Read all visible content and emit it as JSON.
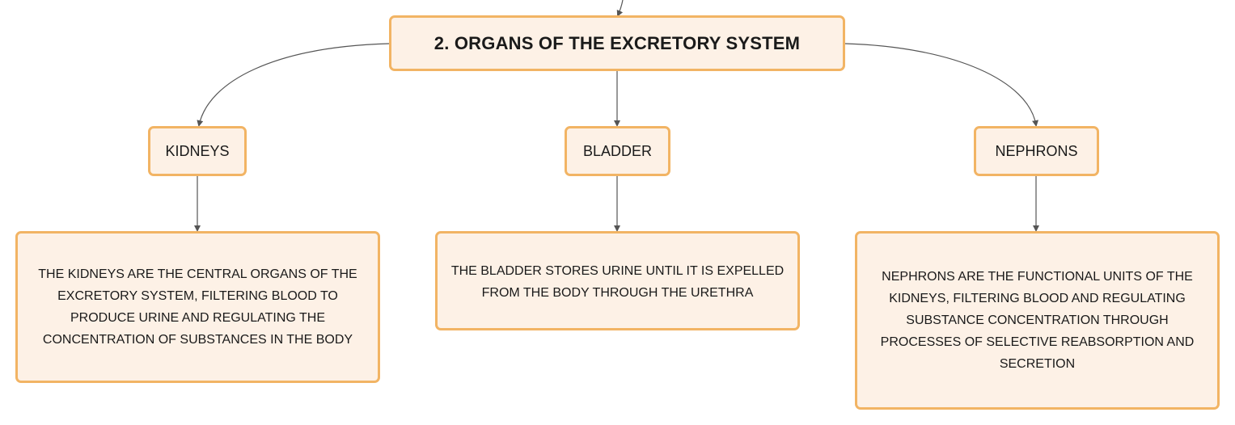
{
  "diagram": {
    "root": {
      "label": "2. ORGANS OF THE EXCRETORY SYSTEM"
    },
    "branches": [
      {
        "label": "KIDNEYS",
        "description": "THE KIDNEYS ARE THE CENTRAL ORGANS OF THE EXCRETORY SYSTEM, FILTERING BLOOD TO PRODUCE URINE AND REGULATING THE CONCENTRATION OF SUBSTANCES IN THE BODY"
      },
      {
        "label": "BLADDER",
        "description": "THE BLADDER STORES URINE UNTIL IT IS EXPELLED FROM THE BODY THROUGH THE URETHRA"
      },
      {
        "label": "NEPHRONS",
        "description": "NEPHRONS ARE THE FUNCTIONAL UNITS OF THE KIDNEYS, FILTERING BLOOD AND REGULATING SUBSTANCE CONCENTRATION THROUGH PROCESSES OF SELECTIVE REABSORPTION AND SECRETION"
      }
    ]
  },
  "colors": {
    "node_fill": "#fdf1e6",
    "node_border": "#f2b464",
    "connector": "#555555"
  }
}
